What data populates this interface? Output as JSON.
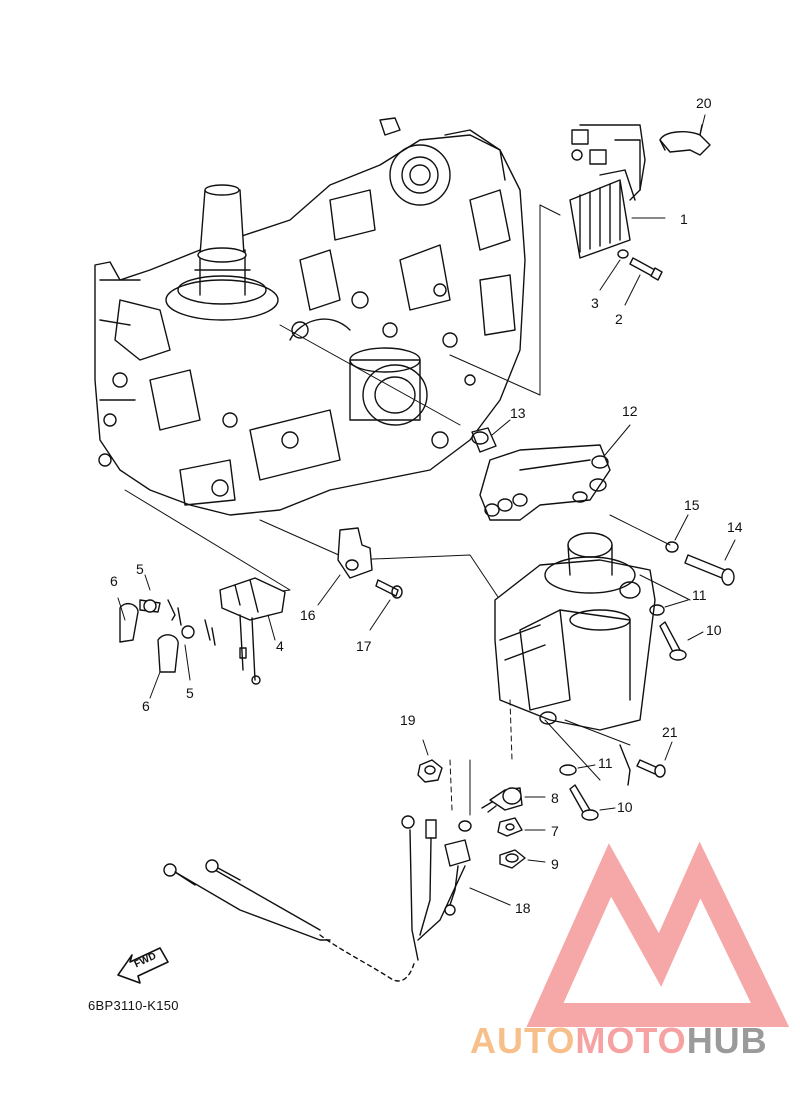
{
  "callouts": {
    "c1": "1",
    "c2": "2",
    "c3": "3",
    "c4": "4",
    "c5a": "5",
    "c5b": "5",
    "c6a": "6",
    "c6b": "6",
    "c7": "7",
    "c8": "8",
    "c9": "9",
    "c10a": "10",
    "c10b": "10",
    "c11a": "11",
    "c11b": "11",
    "c12": "12",
    "c13": "13",
    "c14": "14",
    "c15": "15",
    "c16": "16",
    "c17": "17",
    "c18": "18",
    "c19": "19",
    "c20": "20",
    "c21": "21"
  },
  "fwd_label": "FWD",
  "drawing_code": "6BP3110-K150",
  "watermark": {
    "part1": "AUTO",
    "part2": "MOTO",
    "part3": "HUB",
    "colors": {
      "auto": "#f7c08a",
      "moto": "#f6a2a2",
      "hub": "#9a9a9a",
      "logo": "#f6a2a2"
    }
  }
}
